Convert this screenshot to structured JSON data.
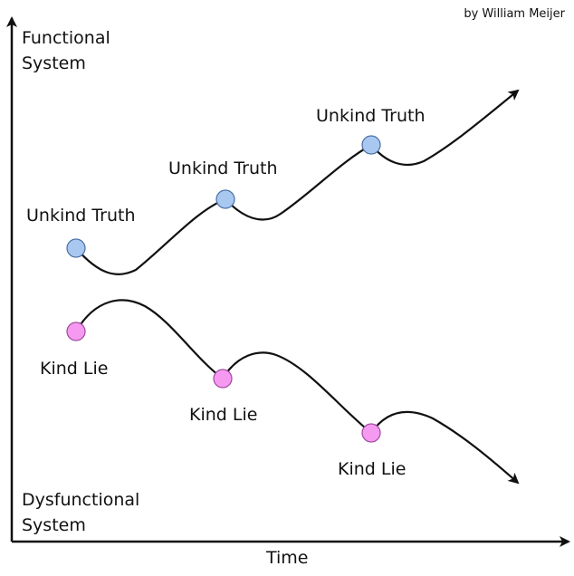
{
  "credit": "by William Meijer",
  "y_axis": {
    "top_label": [
      "Functional",
      "System"
    ],
    "bottom_label": [
      "Dysfunctional",
      "System"
    ]
  },
  "x_axis": {
    "label": "Time"
  },
  "truth_path": {
    "point_label": "Unkind Truth",
    "color": "#a9c8f0",
    "stroke": "#4a6fa5"
  },
  "lie_path": {
    "point_label": "Kind Lie",
    "color": "#f59af0",
    "stroke": "#a04aa0"
  },
  "line_color": "#111111"
}
